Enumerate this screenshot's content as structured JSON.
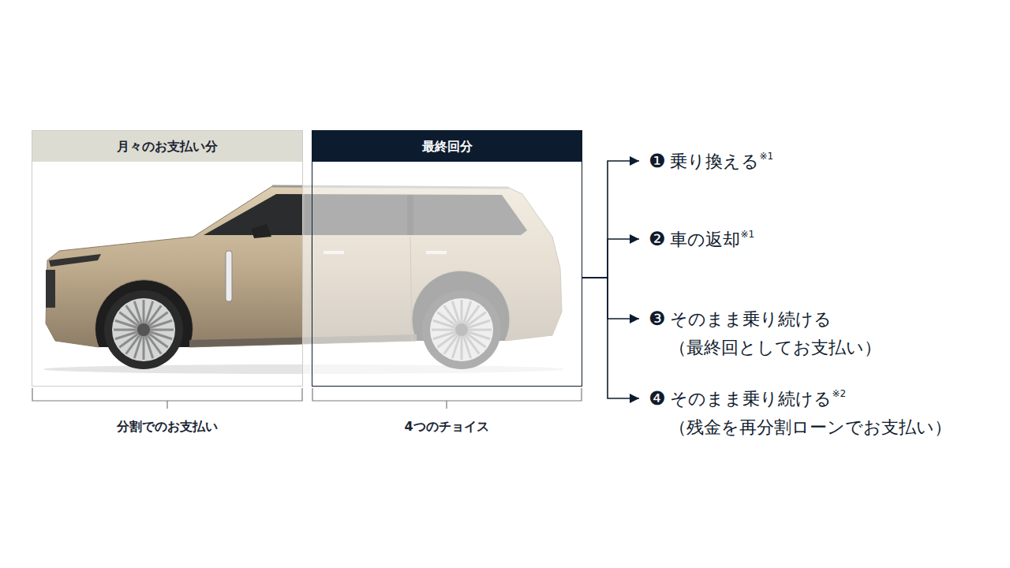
{
  "diagram": {
    "nodes": [
      {
        "text": [
          "月々のお支払い分"
        ]
      },
      {
        "text": [
          "最終回分"
        ]
      },
      {
        "text": [
          "❶",
          "乗り換える",
          "※1"
        ]
      },
      {
        "text": [
          "❷",
          "車の返却",
          "※1"
        ]
      },
      {
        "text": [
          "❸",
          "そのまま乗り続ける",
          "（最終回としてお支払い）"
        ]
      },
      {
        "text": [
          "❹",
          "そのまま乗り続ける",
          "※2",
          "（残金を再分割ローンでお支払い）"
        ]
      }
    ],
    "edges": [
      {
        "from": 1,
        "to": 2,
        "arrow": "to"
      },
      {
        "from": 1,
        "to": 3,
        "arrow": "to"
      },
      {
        "from": 1,
        "to": 4,
        "arrow": "to"
      },
      {
        "from": 1,
        "to": 5,
        "arrow": "to"
      }
    ],
    "labels": [
      "分割でのお支払い",
      "4つのチョイス"
    ]
  }
}
